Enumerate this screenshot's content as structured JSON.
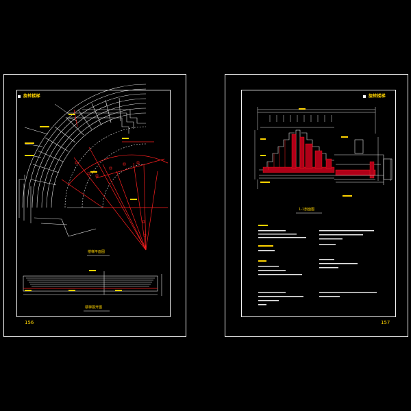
{
  "left_sheet": {
    "title": "旋转楼梯",
    "page_number": "156",
    "plan_caption": "楼梯平面图",
    "section_caption": "楼梯展开图"
  },
  "right_sheet": {
    "title": "旋转楼梯",
    "page_number": "157",
    "section_caption": "1-1剖面图"
  },
  "colors": {
    "background": "#000000",
    "frame": "#f4f4f4",
    "title_text": "#ffd400",
    "dimension_red": "#ff2020",
    "fill_red": "#b00018"
  }
}
